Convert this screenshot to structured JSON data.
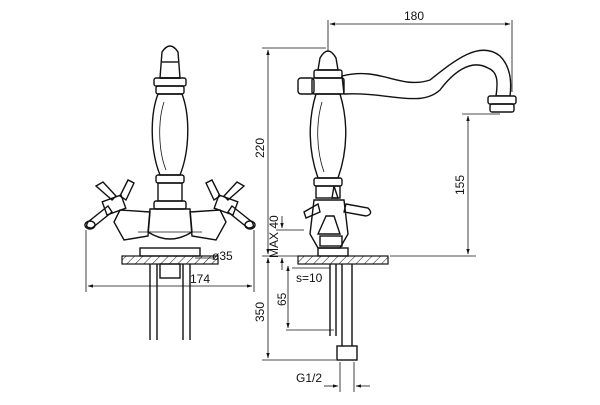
{
  "dimensions": {
    "spout_reach": "180",
    "total_height": "220",
    "spout_height": "155",
    "max_deck": "MAX 40",
    "base_diameter": "ø35",
    "handle_span": "174",
    "wall_thickness": "s=10",
    "tail_height": "65",
    "tail_length": "350",
    "thread": "G1/2"
  }
}
